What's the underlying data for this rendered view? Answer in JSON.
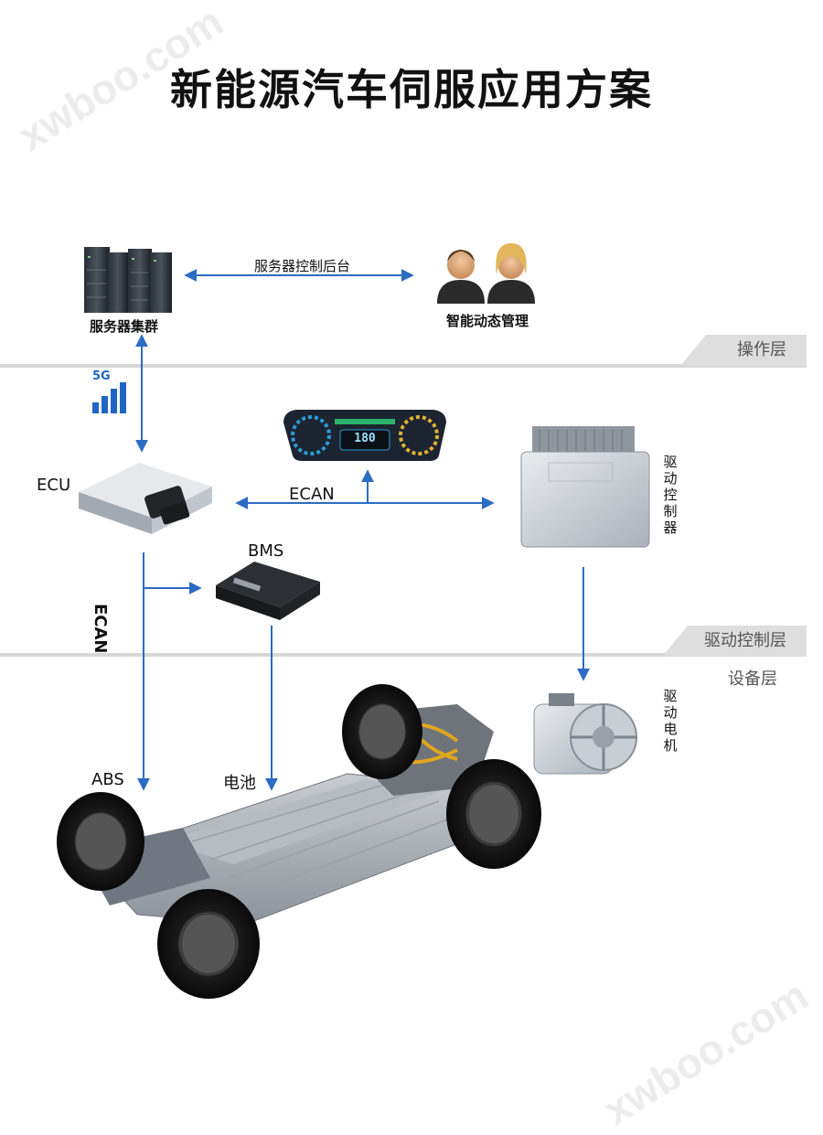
{
  "title": "新能源汽车伺服应用方案",
  "watermark_top": "xwboo.com",
  "watermark_bottom": "xwboo.com",
  "labels": {
    "server_cluster": "服务器集群",
    "server_backend": "服务器控制后台",
    "smart_management": "智能动态管理",
    "five_g": "5G",
    "ecu": "ECU",
    "ecan_horizontal": "ECAN",
    "ecan_vertical": "ECAN",
    "bms": "BMS",
    "drive_controller": "驱动控制器",
    "drive_motor": "驱动电机",
    "abs": "ABS",
    "battery": "电池",
    "dash_speed": "180"
  },
  "layers": {
    "operation": "操作层",
    "drive_control": "驱动控制层",
    "device": "设备层"
  },
  "colors": {
    "arrow": "#2b6cc4",
    "layer_tab": "#dedede",
    "layer_line": "#d7d7d7"
  }
}
